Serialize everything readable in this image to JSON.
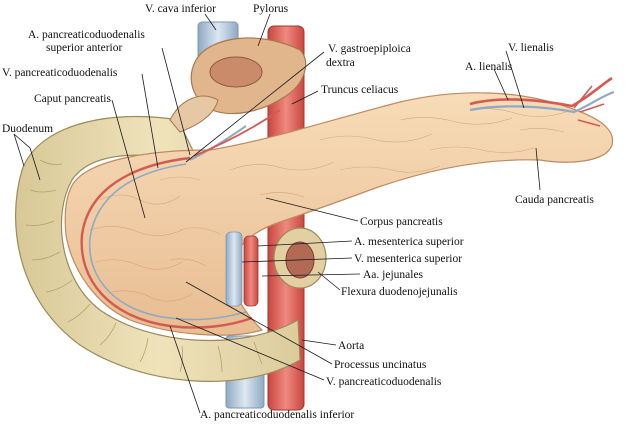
{
  "labels": {
    "v_cava_inferior": "V. cava inferior",
    "pylorus": "Pylorus",
    "a_pd_sup_ant_1": "A. pancreaticoduodenalis",
    "a_pd_sup_ant_2": "superior anterior",
    "v_pd_upper": "V. pancreaticoduodenalis",
    "caput": "Caput pancreatis",
    "duodenum": "Duodenum",
    "v_gastroepiploica_1": "V. gastroepiploica",
    "v_gastroepiploica_2": "dextra",
    "truncus": "Truncus celiacus",
    "v_lienalis": "V. lienalis",
    "a_lienalis": "A. lienalis",
    "cauda": "Cauda pancreatis",
    "corpus": "Corpus pancreatis",
    "a_mes_sup": "A. mesenterica superior",
    "v_mes_sup": "V. mesenterica superior",
    "aa_jejunales": "Aa. jejunales",
    "flexura": "Flexura duodenojejunalis",
    "aorta": "Aorta",
    "processus": "Processus uncinatus",
    "v_pd_lower": "V. pancreaticoduodenalis",
    "a_pd_inferior": "A. pancreaticoduodenalis inferior"
  },
  "colors": {
    "pancreas": "#f1cfa6",
    "pancreas_lobule_lines": "#c9936a",
    "duodenum": "#e9dcb0",
    "artery": "#d9625a",
    "vein": "#b9cfe0",
    "stomach": "#e0b48c"
  }
}
